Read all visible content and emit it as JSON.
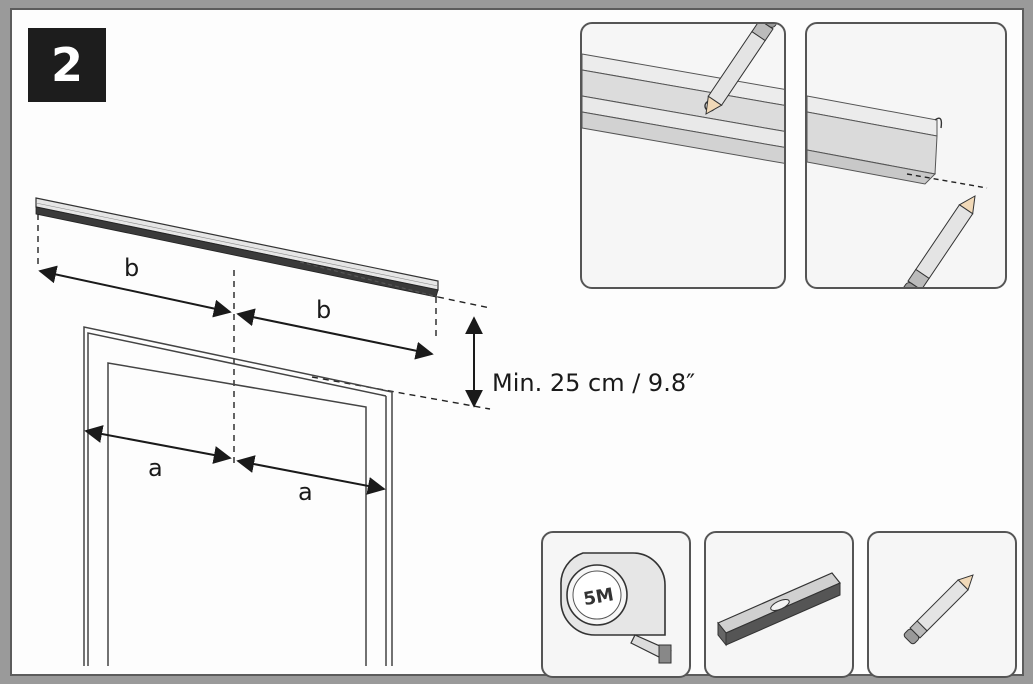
{
  "step": {
    "number": "2"
  },
  "dimensions": {
    "rail_half_label": "b",
    "frame_half_label": "a",
    "min_height_text": "Min. 25 cm / 9.8″"
  },
  "detail_panels": [
    {
      "icon": "pencil-mark-on-rail-icon"
    },
    {
      "icon": "pencil-mark-below-rail-icon"
    }
  ],
  "tools": [
    {
      "icon": "tape-measure-icon",
      "label": "5M"
    },
    {
      "icon": "spirit-level-icon"
    },
    {
      "icon": "pencil-icon"
    }
  ]
}
